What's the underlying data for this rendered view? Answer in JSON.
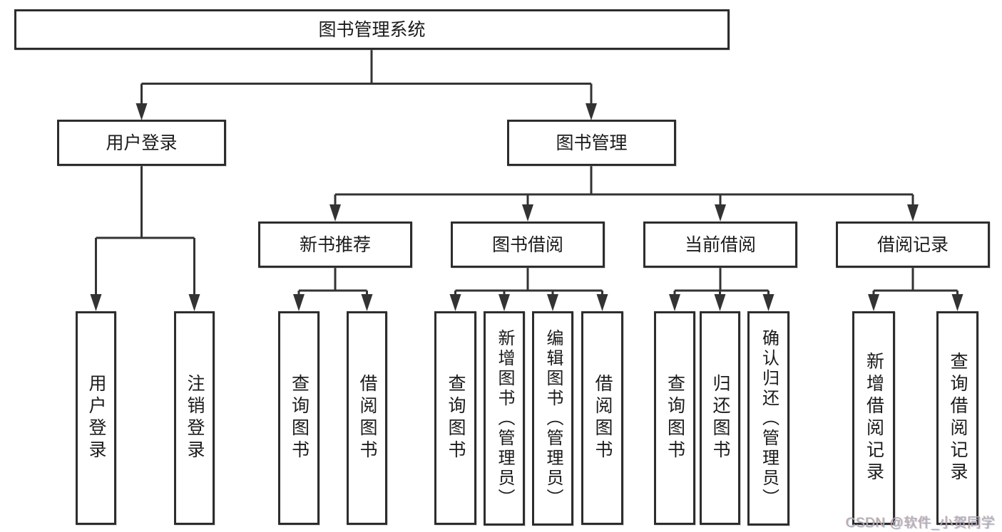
{
  "colors": {
    "line": "#333333",
    "box_border": "#2d2d2d",
    "box_fill": "#ffffff",
    "text": "#1b1b1b",
    "background": "#ffffff",
    "watermark": "#b0b0b0"
  },
  "tree": {
    "label": "图书管理系统",
    "children": [
      {
        "label": "用户登录",
        "children": [
          {
            "label": "用户登录"
          },
          {
            "label": "注销登录"
          }
        ]
      },
      {
        "label": "图书管理",
        "children": [
          {
            "label": "新书推荐",
            "children": [
              {
                "label": "查询图书"
              },
              {
                "label": "借阅图书"
              }
            ]
          },
          {
            "label": "图书借阅",
            "children": [
              {
                "label": "查询图书"
              },
              {
                "label": "新增图书（管理员）"
              },
              {
                "label": "编辑图书（管理员）"
              },
              {
                "label": "借阅图书"
              }
            ]
          },
          {
            "label": "当前借阅",
            "children": [
              {
                "label": "查询图书"
              },
              {
                "label": "归还图书"
              },
              {
                "label": "确认归还（管理员）"
              }
            ]
          },
          {
            "label": "借阅记录",
            "children": [
              {
                "label": "新增借阅记录"
              },
              {
                "label": "查询借阅记录"
              }
            ]
          }
        ]
      }
    ]
  },
  "watermark": {
    "text": "CSDN @软件_小贺同学"
  }
}
